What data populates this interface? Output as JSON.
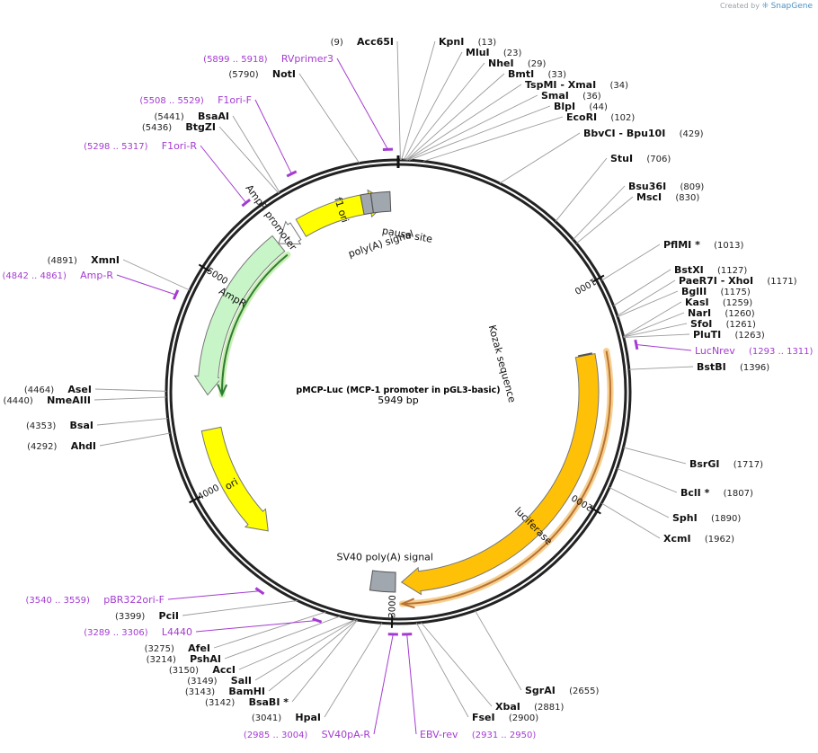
{
  "credit": {
    "prefix": "Created by",
    "brand": "SnapGene"
  },
  "plasmid": {
    "name": "pMCP-Luc (MCP-1 promoter in pGL3-basic)",
    "size": "5949 bp",
    "length": 5949
  },
  "ticks": [
    {
      "label": "1000",
      "pos": 1000
    },
    {
      "label": "2000",
      "pos": 2000
    },
    {
      "label": "3000",
      "pos": 3000
    },
    {
      "label": "4000",
      "pos": 4000
    },
    {
      "label": "5000",
      "pos": 5000
    }
  ],
  "enzymes": [
    {
      "name": "Acc65I",
      "pos_text": "(9)",
      "pos": 9,
      "side": "left"
    },
    {
      "name": "KpnI",
      "pos_text": "(13)",
      "pos": 13,
      "side": "right"
    },
    {
      "name": "MluI",
      "pos_text": "(23)",
      "pos": 23,
      "side": "right"
    },
    {
      "name": "NheI",
      "pos_text": "(29)",
      "pos": 29,
      "side": "right"
    },
    {
      "name": "BmtI",
      "pos_text": "(33)",
      "pos": 33,
      "side": "right"
    },
    {
      "name": "TspMI  - XmaI",
      "pos_text": "(34)",
      "pos": 34,
      "side": "right"
    },
    {
      "name": "SmaI",
      "pos_text": "(36)",
      "pos": 36,
      "side": "right"
    },
    {
      "name": "BlpI",
      "pos_text": "(44)",
      "pos": 44,
      "side": "right"
    },
    {
      "name": "EcoRI",
      "pos_text": "(102)",
      "pos": 102,
      "side": "right"
    },
    {
      "name": "BbvCI   - Bpu10I",
      "pos_text": "(429)",
      "pos": 429,
      "side": "right"
    },
    {
      "name": "StuI",
      "pos_text": "(706)",
      "pos": 706,
      "side": "right"
    },
    {
      "name": "Bsu36I",
      "pos_text": "(809)",
      "pos": 809,
      "side": "right"
    },
    {
      "name": "MscI",
      "pos_text": "(830)",
      "pos": 830,
      "side": "right"
    },
    {
      "name": "PflMI *",
      "pos_text": "(1013)",
      "pos": 1013,
      "side": "right"
    },
    {
      "name": "BstXI",
      "pos_text": "(1127)",
      "pos": 1127,
      "side": "right"
    },
    {
      "name": "PaeR7I   - XhoI",
      "pos_text": "(1171)",
      "pos": 1171,
      "side": "right"
    },
    {
      "name": "BglII",
      "pos_text": "(1175)",
      "pos": 1175,
      "side": "right"
    },
    {
      "name": "KasI",
      "pos_text": "(1259)",
      "pos": 1259,
      "side": "right"
    },
    {
      "name": "NarI",
      "pos_text": "(1260)",
      "pos": 1260,
      "side": "right"
    },
    {
      "name": "SfoI",
      "pos_text": "(1261)",
      "pos": 1261,
      "side": "right"
    },
    {
      "name": "PluTI",
      "pos_text": "(1263)",
      "pos": 1263,
      "side": "right"
    },
    {
      "name": "BstBI",
      "pos_text": "(1396)",
      "pos": 1396,
      "side": "right"
    },
    {
      "name": "BsrGI",
      "pos_text": "(1717)",
      "pos": 1717,
      "side": "right"
    },
    {
      "name": "BclI *",
      "pos_text": "(1807)",
      "pos": 1807,
      "side": "right"
    },
    {
      "name": "SphI",
      "pos_text": "(1890)",
      "pos": 1890,
      "side": "right"
    },
    {
      "name": "XcmI",
      "pos_text": "(1962)",
      "pos": 1962,
      "side": "right"
    },
    {
      "name": "SgrAI",
      "pos_text": "(2655)",
      "pos": 2655,
      "side": "right"
    },
    {
      "name": "XbaI",
      "pos_text": "(2881)",
      "pos": 2881,
      "side": "right"
    },
    {
      "name": "FseI",
      "pos_text": "(2900)",
      "pos": 2900,
      "side": "right"
    },
    {
      "name": "HpaI",
      "pos_text": "(3041)",
      "pos": 3041,
      "side": "left"
    },
    {
      "name": "BsaBI *",
      "pos_text": "(3142)",
      "pos": 3142,
      "side": "left"
    },
    {
      "name": "BamHI",
      "pos_text": "(3143)",
      "pos": 3143,
      "side": "left"
    },
    {
      "name": "SalI",
      "pos_text": "(3149)",
      "pos": 3149,
      "side": "left"
    },
    {
      "name": "AccI",
      "pos_text": "(3150)",
      "pos": 3150,
      "side": "left"
    },
    {
      "name": "PshAI",
      "pos_text": "(3214)",
      "pos": 3214,
      "side": "left"
    },
    {
      "name": "AfeI",
      "pos_text": "(3275)",
      "pos": 3275,
      "side": "left"
    },
    {
      "name": "PciI",
      "pos_text": "(3399)",
      "pos": 3399,
      "side": "left"
    },
    {
      "name": "AhdI",
      "pos_text": "(4292)",
      "pos": 4292,
      "side": "left"
    },
    {
      "name": "BsaI",
      "pos_text": "(4353)",
      "pos": 4353,
      "side": "left"
    },
    {
      "name": "NmeAIII",
      "pos_text": "(4440)",
      "pos": 4440,
      "side": "left"
    },
    {
      "name": "AseI",
      "pos_text": "(4464)",
      "pos": 4464,
      "side": "left"
    },
    {
      "name": "XmnI",
      "pos_text": "(4891)",
      "pos": 4891,
      "side": "left"
    },
    {
      "name": "BtgZI",
      "pos_text": "(5436)",
      "pos": 5436,
      "side": "left"
    },
    {
      "name": "BsaAI",
      "pos_text": "(5441)",
      "pos": 5441,
      "side": "left"
    },
    {
      "name": "NotI",
      "pos_text": "(5790)",
      "pos": 5790,
      "side": "left"
    }
  ],
  "primers": [
    {
      "name": "RVprimer3",
      "pos_text": "(5899 .. 5918)",
      "start": 5899,
      "end": 5918,
      "side": "left"
    },
    {
      "name": "F1ori-F",
      "pos_text": "(5508 .. 5529)",
      "start": 5508,
      "end": 5529,
      "side": "left"
    },
    {
      "name": "F1ori-R",
      "pos_text": "(5298 .. 5317)",
      "start": 5298,
      "end": 5317,
      "side": "left"
    },
    {
      "name": "Amp-R",
      "pos_text": "(4842 .. 4861)",
      "start": 4842,
      "end": 4861,
      "side": "left"
    },
    {
      "name": "LucNrev",
      "pos_text": "(1293 .. 1311)",
      "start": 1293,
      "end": 1311,
      "side": "right"
    },
    {
      "name": "pBR322ori-F",
      "pos_text": "(3540 .. 3559)",
      "start": 3540,
      "end": 3559,
      "side": "left"
    },
    {
      "name": "L4440",
      "pos_text": "(3289 .. 3306)",
      "start": 3289,
      "end": 3306,
      "side": "left"
    },
    {
      "name": "SV40pA-R",
      "pos_text": "(2985 .. 3004)",
      "start": 2985,
      "end": 3004,
      "side": "left"
    },
    {
      "name": "EBV-rev",
      "pos_text": "(2931 .. 2950)",
      "start": 2931,
      "end": 2950,
      "side": "right"
    }
  ],
  "features": [
    {
      "name": "luciferase",
      "start": 1306,
      "end": 2958,
      "ring": "inner",
      "direction": "forward",
      "color": "#ffc107"
    },
    {
      "name": "SV40 poly(A) signal",
      "start": 2988,
      "end": 3109,
      "ring": "inner",
      "direction": "none",
      "color": "#9e9e9e"
    },
    {
      "name": "ori",
      "start": 3686,
      "end": 4275,
      "ring": "inner",
      "direction": "reverse",
      "color": "#ffff00"
    },
    {
      "name": "AmpR",
      "start": 4446,
      "end": 5306,
      "ring": "inner",
      "direction": "reverse",
      "color": "#c8f5c8"
    },
    {
      "name": "AmpR promoter",
      "start": 5306,
      "end": 5411,
      "ring": "inner",
      "direction": "reverse",
      "color": "#ffffff"
    },
    {
      "name": "f1 ori",
      "start": 5442,
      "end": 5897,
      "ring": "inner",
      "direction": "forward",
      "color": "#ffff00"
    },
    {
      "name": "poly(A) signal",
      "start": 5769,
      "end": 5818,
      "ring": "inner",
      "direction": "none",
      "color": "#9e9e9e"
    },
    {
      "name": "pause site",
      "start": 5819,
      "end": 5910,
      "ring": "inner",
      "direction": "none",
      "color": "#9e9e9e"
    },
    {
      "name": "Kozak sequence",
      "start": 1302,
      "end": 1311,
      "ring": "inner",
      "direction": "none",
      "color": "#888888"
    }
  ],
  "orfs": [
    {
      "name": "luciferase-orf",
      "start": 1304,
      "end": 2957,
      "direction": "forward",
      "color": "#b87333"
    },
    {
      "name": "ampr-orf",
      "start": 4446,
      "end": 5306,
      "direction": "reverse",
      "color": "#2e7d32"
    }
  ]
}
